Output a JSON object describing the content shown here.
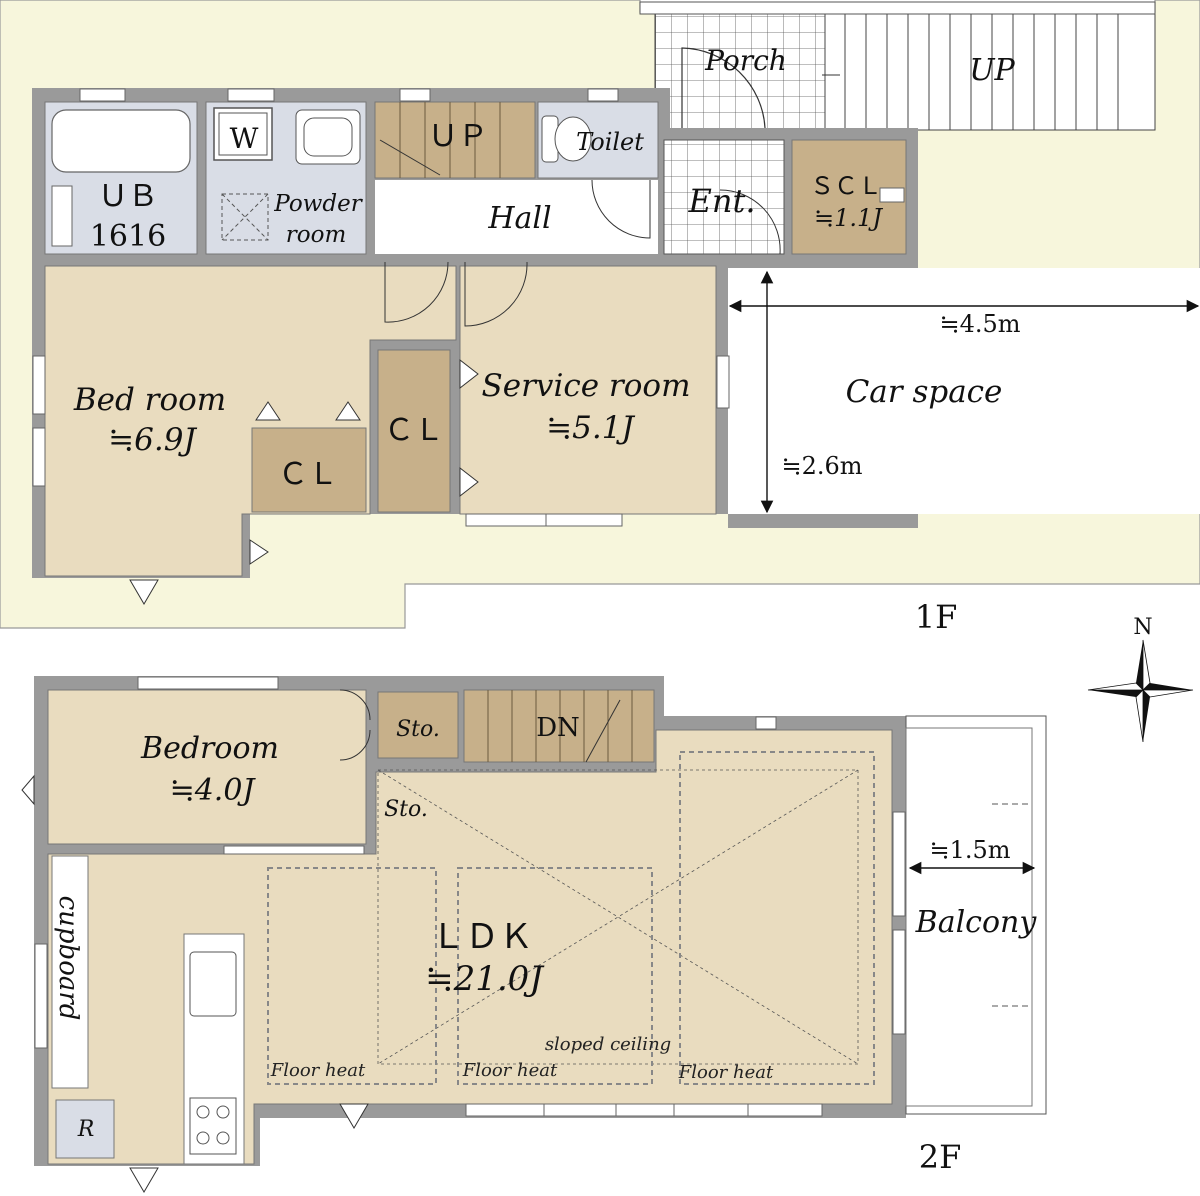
{
  "floor1": {
    "label": "1F",
    "rooms": {
      "ub": "ＵＢ",
      "ub_size": "1616",
      "washer": "W",
      "powder_line1": "Powder",
      "powder_line2": "room",
      "stairs_up": "ＵＰ",
      "toilet": "Toilet",
      "hall": "Hall",
      "porch": "Porch",
      "outer_stairs_up": "UP",
      "entrance": "Ent.",
      "scl": "ＳＣＬ",
      "scl_size": "≒1.1J",
      "bedroom": "Bed room",
      "bedroom_size": "≒6.9J",
      "closet_a": "ＣＬ",
      "closet_b": "ＣＬ",
      "service": "Service room",
      "service_size": "≒5.1J",
      "car_space": "Car space"
    },
    "dimensions": {
      "car_width": "≒4.5m",
      "car_depth": "≒2.6m"
    }
  },
  "floor2": {
    "label": "2F",
    "rooms": {
      "bedroom": "Bedroom",
      "bedroom_size": "≒4.0J",
      "storage_a": "Sto.",
      "storage_b": "Sto.",
      "stairs_down": "DN",
      "ldk": "ＬＤＫ",
      "ldk_size": "≒21.0J",
      "cupboard": "cupboard",
      "fridge": "R",
      "sloped": "sloped ceiling",
      "floor_heat_1": "Floor heat",
      "floor_heat_2": "Floor heat",
      "floor_heat_3": "Floor heat",
      "balcony": "Balcony"
    },
    "dimensions": {
      "balcony_depth": "≒1.5m"
    }
  },
  "compass": {
    "north": "N"
  },
  "colors": {
    "room_fill": "#e9dcbf",
    "closet_fill": "#c7b08a",
    "wet_fill": "#d9dde6",
    "wall": "#9a9a9a",
    "yard": "#f7f6dc",
    "white": "#ffffff"
  }
}
